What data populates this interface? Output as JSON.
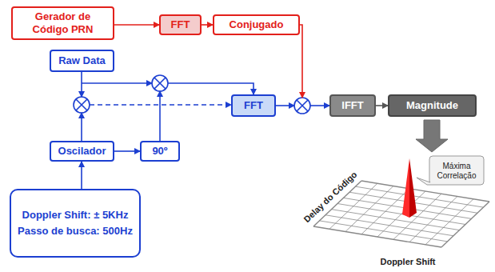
{
  "diagram": {
    "nodes": [
      {
        "text": [
          "Gerador de Código PRN"
        ]
      },
      {
        "text": [
          "FFT"
        ]
      },
      {
        "text": [
          "Conjugado"
        ]
      },
      {
        "text": [
          "Raw Data"
        ]
      },
      {
        "text": [
          "FFT"
        ]
      },
      {
        "text": [
          "IFFT"
        ]
      },
      {
        "text": [
          "Magnitude"
        ]
      },
      {
        "text": [
          "Oscilador"
        ]
      },
      {
        "text": [
          "90º"
        ]
      },
      {
        "text": [
          "Doppler Shift: ± 5KHz",
          "Passo de busca: 500Hz"
        ]
      }
    ],
    "edges": [
      {
        "from": 0,
        "to": 1,
        "arrow": "to"
      },
      {
        "from": 1,
        "to": 2,
        "arrow": "to"
      },
      {
        "from": 2,
        "to": 5,
        "arrow": "to"
      },
      {
        "from": 4,
        "to": 5,
        "arrow": "to"
      },
      {
        "from": 5,
        "to": 6,
        "arrow": "to"
      },
      {
        "from": 3,
        "to": 4,
        "arrow": "to"
      },
      {
        "from": 7,
        "to": 4,
        "arrow": "to"
      },
      {
        "from": 7,
        "to": 8,
        "arrow": "to"
      },
      {
        "from": 8,
        "to": 4,
        "arrow": "to"
      },
      {
        "from": 9,
        "to": 7,
        "arrow": "to"
      }
    ],
    "labels": [
      "Máxima Correlação",
      "Delay do Código",
      "Doppler Shift"
    ]
  }
}
